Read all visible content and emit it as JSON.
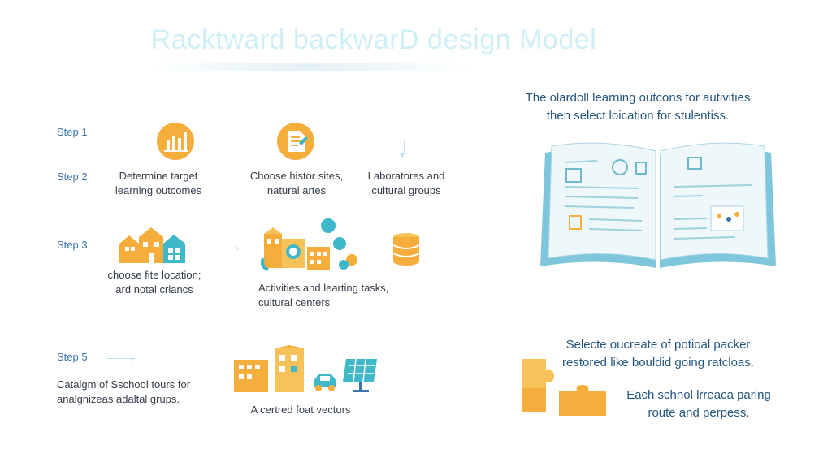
{
  "title": "Racktward backwarD design Model",
  "steps": {
    "s1": "Step 1",
    "s2": "Step 2",
    "s3": "Step 3",
    "s5": "Step 5"
  },
  "row1": {
    "a": [
      "Determine target",
      "learning outcomes"
    ],
    "b": [
      "Choose histor sites,",
      "natural artes"
    ],
    "c": [
      "Laboratores and",
      "cultural groups"
    ]
  },
  "row2": {
    "a": [
      "choose fite location;",
      "ard notal crlancs"
    ],
    "b": [
      "Activities and learting tasks,",
      "cultural centers"
    ]
  },
  "row3": {
    "a": [
      "Catalgm of Sschool tours for",
      "analgnizeas adaltal grups."
    ],
    "b": "A certred foat vecturs"
  },
  "right": {
    "top": [
      "The olardoll learning outcons for autivities",
      "then select loication for stulentiss."
    ],
    "mid": [
      "Selecte oucreate of potioal packer",
      "restored like bouldid going ratcloas."
    ],
    "bottom": [
      "Each schnol lrreaca paring",
      "route and perpess."
    ]
  },
  "colors": {
    "orange": "#f5ad3c",
    "light_orange": "#f7c25a",
    "teal": "#3fb8c9",
    "blue_text": "#24557f",
    "step_blue": "#3c73a8",
    "title": "#cfeef6"
  },
  "icons": [
    "bar-chart-icon",
    "document-icon",
    "houses-icon",
    "city-icon",
    "database-icon",
    "open-book-icon",
    "buildings-icon",
    "car-icon",
    "solar-panel-icon",
    "puzzle-icon"
  ]
}
